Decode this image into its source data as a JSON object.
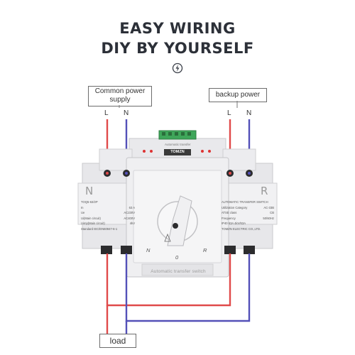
{
  "headline": {
    "line1": "EASY WIRING",
    "line2": "DIY BY YOURSELF"
  },
  "labels": {
    "common": "Common power supply",
    "backup": "backup power",
    "load": "load"
  },
  "terminals": {
    "left_L": "L",
    "left_N": "N",
    "right_L": "L",
    "right_N": "N"
  },
  "device": {
    "brand": "TOMZN",
    "top_micro": "Automatic transfer",
    "left_letter": "N",
    "right_letter": "R",
    "left_model": "TOQ5-63/2P",
    "left_specs": [
      {
        "k": "In",
        "v": "63 A"
      },
      {
        "k": "Ue",
        "v": "AC230V"
      },
      {
        "k": "Ui(Main circuit)",
        "v": "AC400V"
      },
      {
        "k": "Uimp(Main circuit)",
        "v": "4kV"
      }
    ],
    "left_standard": "Standard IEC/EN60947-6-1",
    "right_title": "AUTOMATIC TRANSFER SWITCH",
    "right_specs": [
      {
        "k": "Utilization Category",
        "v": "AC-33B"
      },
      {
        "k": "ATSE class",
        "v": "CB"
      },
      {
        "k": "Frequency",
        "v": "50/60Hz"
      },
      {
        "k": "IP40 63A 4kV/63A",
        "v": ""
      }
    ],
    "right_maker": "TOMZN ELECTRIC CO.,LTD.",
    "positions": {
      "n": "N",
      "zero": "0",
      "r": "R"
    },
    "footer_text": "Automatic transfer switch"
  },
  "colors": {
    "live_wire": "#e04a4a",
    "neutral_wire": "#5350b8",
    "body": "#efeff1",
    "terminal_block": "#3fa65a"
  }
}
